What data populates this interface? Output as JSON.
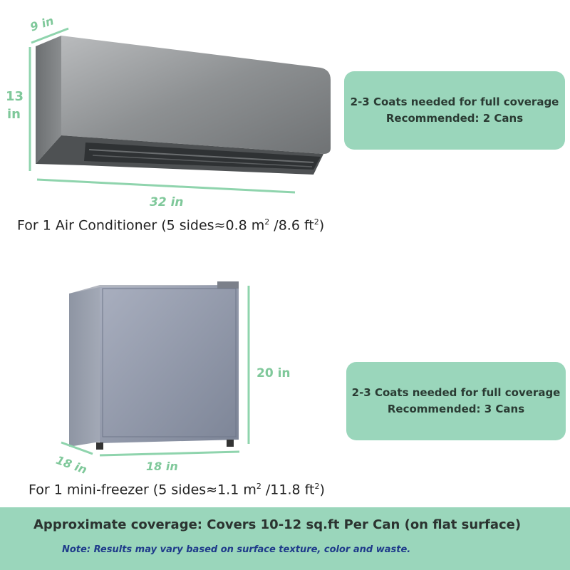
{
  "ac": {
    "depth_label": "9 in",
    "height_label_1": "13",
    "height_label_2": "in",
    "width_label": "32 in",
    "caption_main": "For 1 Air Conditioner (5 sides≈0.8 m",
    "caption_sup1": "2",
    "caption_mid": " /8.6 ft",
    "caption_sup2": "2",
    "caption_end": ")",
    "coats": "2-3 Coats needed for full coverage",
    "recommended": "Recommended: 2 Cans"
  },
  "freezer": {
    "height_label": "20 in",
    "depth_label": "18 in",
    "width_label": "18 in",
    "caption_main": "For 1 mini-freezer (5 sides≈1.1 m",
    "caption_sup1": "2",
    "caption_mid": " /11.8 ft",
    "caption_sup2": "2",
    "caption_end": ")",
    "coats": "2-3 Coats needed for full coverage",
    "recommended": "Recommended: 3 Cans"
  },
  "footer": {
    "coverage": "Approximate coverage: Covers 10-12 sq.ft Per Can (on flat surface)",
    "note": "Note: Results may vary based on surface texture, color and waste."
  },
  "colors": {
    "accent_green": "#9ad6bb",
    "dimension_green": "#7fc89a",
    "note_blue": "#1e3a8a"
  }
}
